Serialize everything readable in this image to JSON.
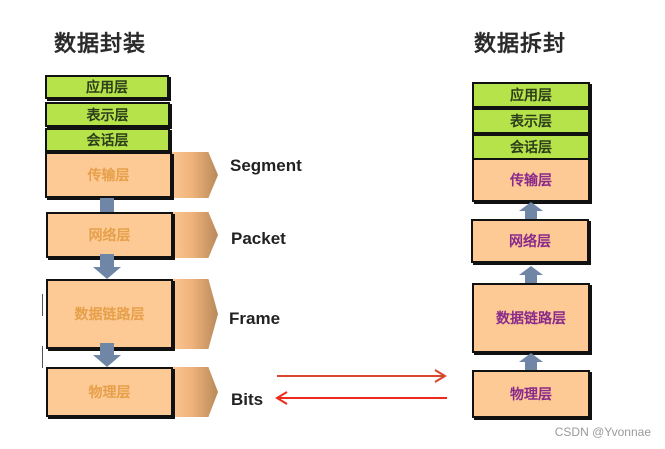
{
  "left": {
    "title": "数据封装",
    "layers": [
      "应用层",
      "表示层",
      "会话层",
      "传输层",
      "网络层",
      "数据链路层",
      "物理层"
    ],
    "pdu_labels": [
      "Segment",
      "Packet",
      "Frame",
      "Bits"
    ],
    "flow_direction": "down"
  },
  "right": {
    "title": "数据拆封",
    "layers": [
      "应用层",
      "表示层",
      "会话层",
      "传输层",
      "网络层",
      "数据链路层",
      "物理层"
    ],
    "flow_direction": "up"
  },
  "transmission": {
    "arrows": [
      "right",
      "left"
    ],
    "color": "#e8321e"
  },
  "colors": {
    "upper_layers": "#b6e24a",
    "lower_layers": "#fdc995",
    "flow_arrow": "#6f86a6",
    "left_text": "#e7a04a",
    "right_text": "#8a2a8a"
  },
  "watermark": "CSDN @Yvonnae"
}
